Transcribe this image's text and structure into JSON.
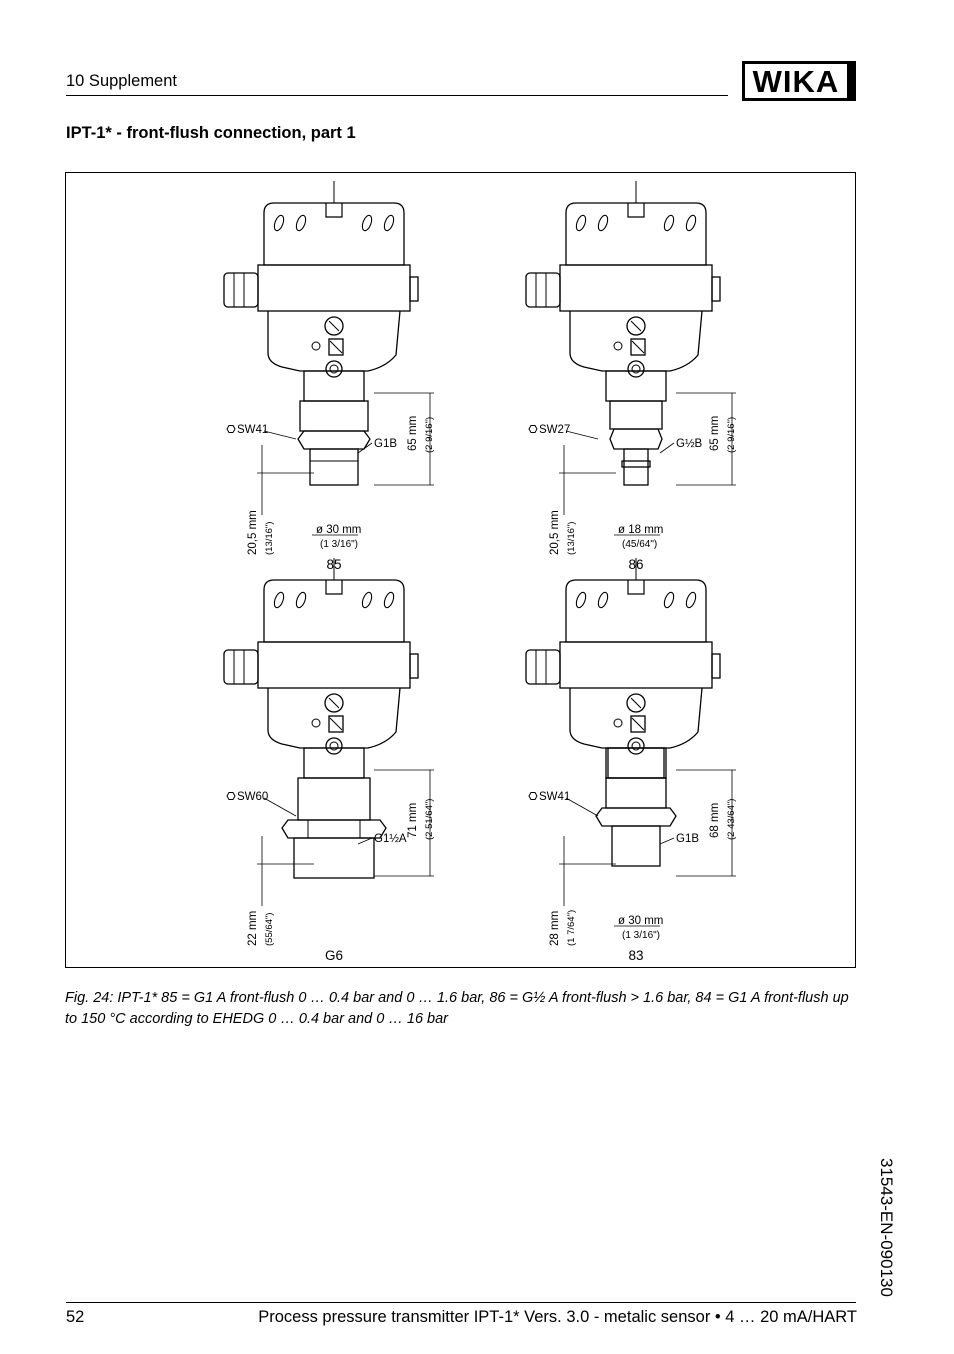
{
  "header": {
    "section": "10   Supplement",
    "logo_text": "WIKA"
  },
  "page_title": "IPT-1* - front-flush connection, part 1",
  "figure": {
    "panels": [
      {
        "label": "85",
        "wrench": "SW41",
        "thread": "G1B",
        "height": "65 mm",
        "height_in": "(2 9/16\")",
        "bottom": "20,5 mm",
        "bottom_in": "(13/16\")",
        "diameter": "ø 30 mm",
        "diameter_in": "(1 3/16\")"
      },
      {
        "label": "86",
        "wrench": "SW27",
        "thread": "G½B",
        "height": "65 mm",
        "height_in": "(2 9/16\")",
        "bottom": "20,5 mm",
        "bottom_in": "(13/16\")",
        "diameter": "ø 18 mm",
        "diameter_in": "(45/64\")"
      },
      {
        "label": "G6",
        "wrench": "SW60",
        "thread": "G1½A",
        "height": "71 mm",
        "height_in": "(2 51/64\")",
        "bottom": "22 mm",
        "bottom_in": "(55/64\")",
        "diameter": "",
        "diameter_in": ""
      },
      {
        "label": "83",
        "wrench": "SW41",
        "thread": "G1B",
        "height": "68 mm",
        "height_in": "(2 43/64\")",
        "bottom": "28 mm",
        "bottom_in": "(1 7/64\")",
        "diameter": "ø 30 mm",
        "diameter_in": "(1 3/16\")"
      }
    ]
  },
  "caption": "Fig. 24: IPT-1* 85 = G1 A front-flush 0 … 0.4 bar and 0 … 1.6 bar, 86 = G½ A front-flush > 1.6 bar, 84 = G1 A front-flush up to 150 °C according to EHEDG 0 … 0.4 bar and 0 … 16 bar",
  "side_doc_number": "31543-EN-090130",
  "footer": {
    "page_number": "52",
    "text": "Process pressure transmitter IPT-1* Vers. 3.0 - metalic sensor • 4 … 20 mA/HART"
  }
}
